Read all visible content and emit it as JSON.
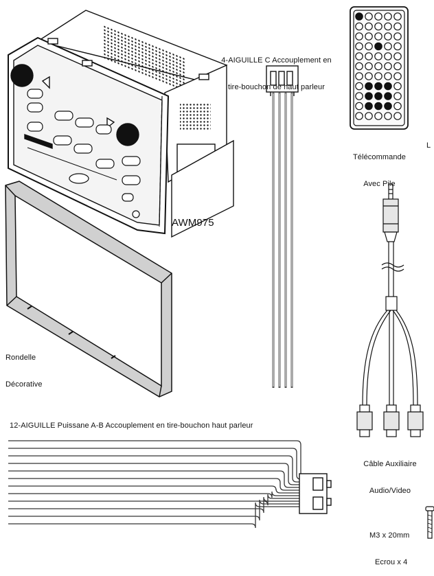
{
  "labels": {
    "speaker_harness_4pin_line1": "4-AIGUILLE C Accouplement en",
    "speaker_harness_4pin_line2": "tire-bouchon de haut parleur",
    "remote_line1": "Télécommande",
    "remote_line2": "Avec Pile",
    "stray_letter": "L",
    "head_unit_model": "AWM975",
    "trim_ring_line1": "Rondelle",
    "trim_ring_line2": "Décorative",
    "power_harness_12pin": "12-AIGUILLE Puissane A-B Accouplement en tire-bouchon haut parleur",
    "aux_cable_line1": "Câble Auxiliaire",
    "aux_cable_line2": "Audio/Video",
    "screws_line1": "M3 x 20mm",
    "screws_line2": "Ecrou x 4"
  },
  "colors": {
    "line": "#111111",
    "wire_gray": "#888888",
    "panel_fill": "#e6e6e6",
    "dark_fill": "#1a1a1a"
  }
}
